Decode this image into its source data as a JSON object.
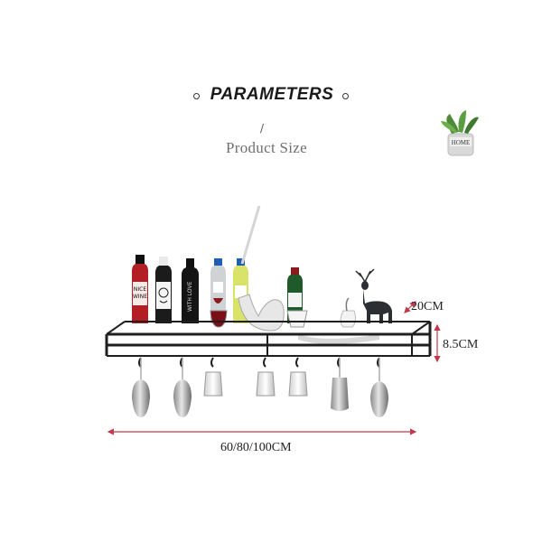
{
  "header": {
    "title": "PARAMETERS",
    "divider": "/",
    "subtitle": "Product Size"
  },
  "plant_pot": {
    "label": "HOME"
  },
  "bottles": [
    {
      "label": "NICE\nWINE"
    },
    {
      "label": ""
    },
    {
      "label": "WITH LOVE"
    },
    {
      "label": ""
    },
    {
      "label": ""
    },
    {
      "label": ""
    }
  ],
  "dimensions": {
    "depth": "20CM",
    "height": "8.5CM",
    "width": "60/80/100CM"
  },
  "colors": {
    "dimension_line": "#c0394b",
    "rack": "#1f1f1f",
    "plant": "#4e8a3a"
  }
}
